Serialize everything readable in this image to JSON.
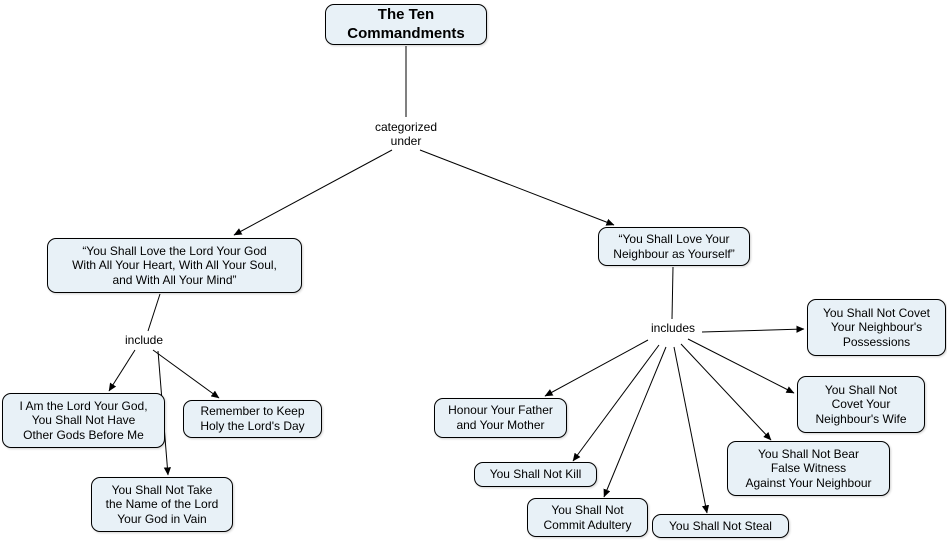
{
  "colors": {
    "node_fill": "#e8f1f7",
    "node_border": "#000000",
    "edge": "#000000"
  },
  "nodes": {
    "root": {
      "label": "The Ten\nCommandments"
    },
    "love_god": {
      "label": "“You Shall Love the Lord Your God\nWith All Your Heart, With All Your Soul,\nand With All Your Mind”"
    },
    "love_neighbour": {
      "label": "“You Shall Love Your\nNeighbour as Yourself”"
    },
    "no_other_gods": {
      "label": "I Am the Lord Your God,\nYou Shall Not Have\nOther Gods Before Me"
    },
    "lords_day": {
      "label": "Remember to Keep\nHoly the Lord's Day"
    },
    "name_in_vain": {
      "label": "You Shall Not Take\nthe Name of the Lord\nYour God in Vain"
    },
    "honour_parents": {
      "label": "Honour Your Father\nand Your Mother"
    },
    "not_kill": {
      "label": "You Shall Not Kill"
    },
    "not_adultery": {
      "label": "You Shall Not\nCommit Adultery"
    },
    "not_steal": {
      "label": "You Shall Not Steal"
    },
    "false_witness": {
      "label": "You Shall Not Bear\nFalse Witness\nAgainst Your Neighbour"
    },
    "covet_wife": {
      "label": "You Shall Not\nCovet Your\nNeighbour's Wife"
    },
    "covet_possessions": {
      "label": "You Shall Not Covet\nYour Neighbour's\nPossessions"
    }
  },
  "link_labels": {
    "categorized_under": "categorized\nunder",
    "include": "include",
    "includes": "includes"
  },
  "edges": [
    {
      "from": "root",
      "label": "categorized under",
      "to": "love_god"
    },
    {
      "from": "root",
      "label": "categorized under",
      "to": "love_neighbour"
    },
    {
      "from": "love_god",
      "label": "include",
      "to": "no_other_gods"
    },
    {
      "from": "love_god",
      "label": "include",
      "to": "lords_day"
    },
    {
      "from": "love_god",
      "label": "include",
      "to": "name_in_vain"
    },
    {
      "from": "love_neighbour",
      "label": "includes",
      "to": "honour_parents"
    },
    {
      "from": "love_neighbour",
      "label": "includes",
      "to": "not_kill"
    },
    {
      "from": "love_neighbour",
      "label": "includes",
      "to": "not_adultery"
    },
    {
      "from": "love_neighbour",
      "label": "includes",
      "to": "not_steal"
    },
    {
      "from": "love_neighbour",
      "label": "includes",
      "to": "false_witness"
    },
    {
      "from": "love_neighbour",
      "label": "includes",
      "to": "covet_wife"
    },
    {
      "from": "love_neighbour",
      "label": "includes",
      "to": "covet_possessions"
    }
  ]
}
